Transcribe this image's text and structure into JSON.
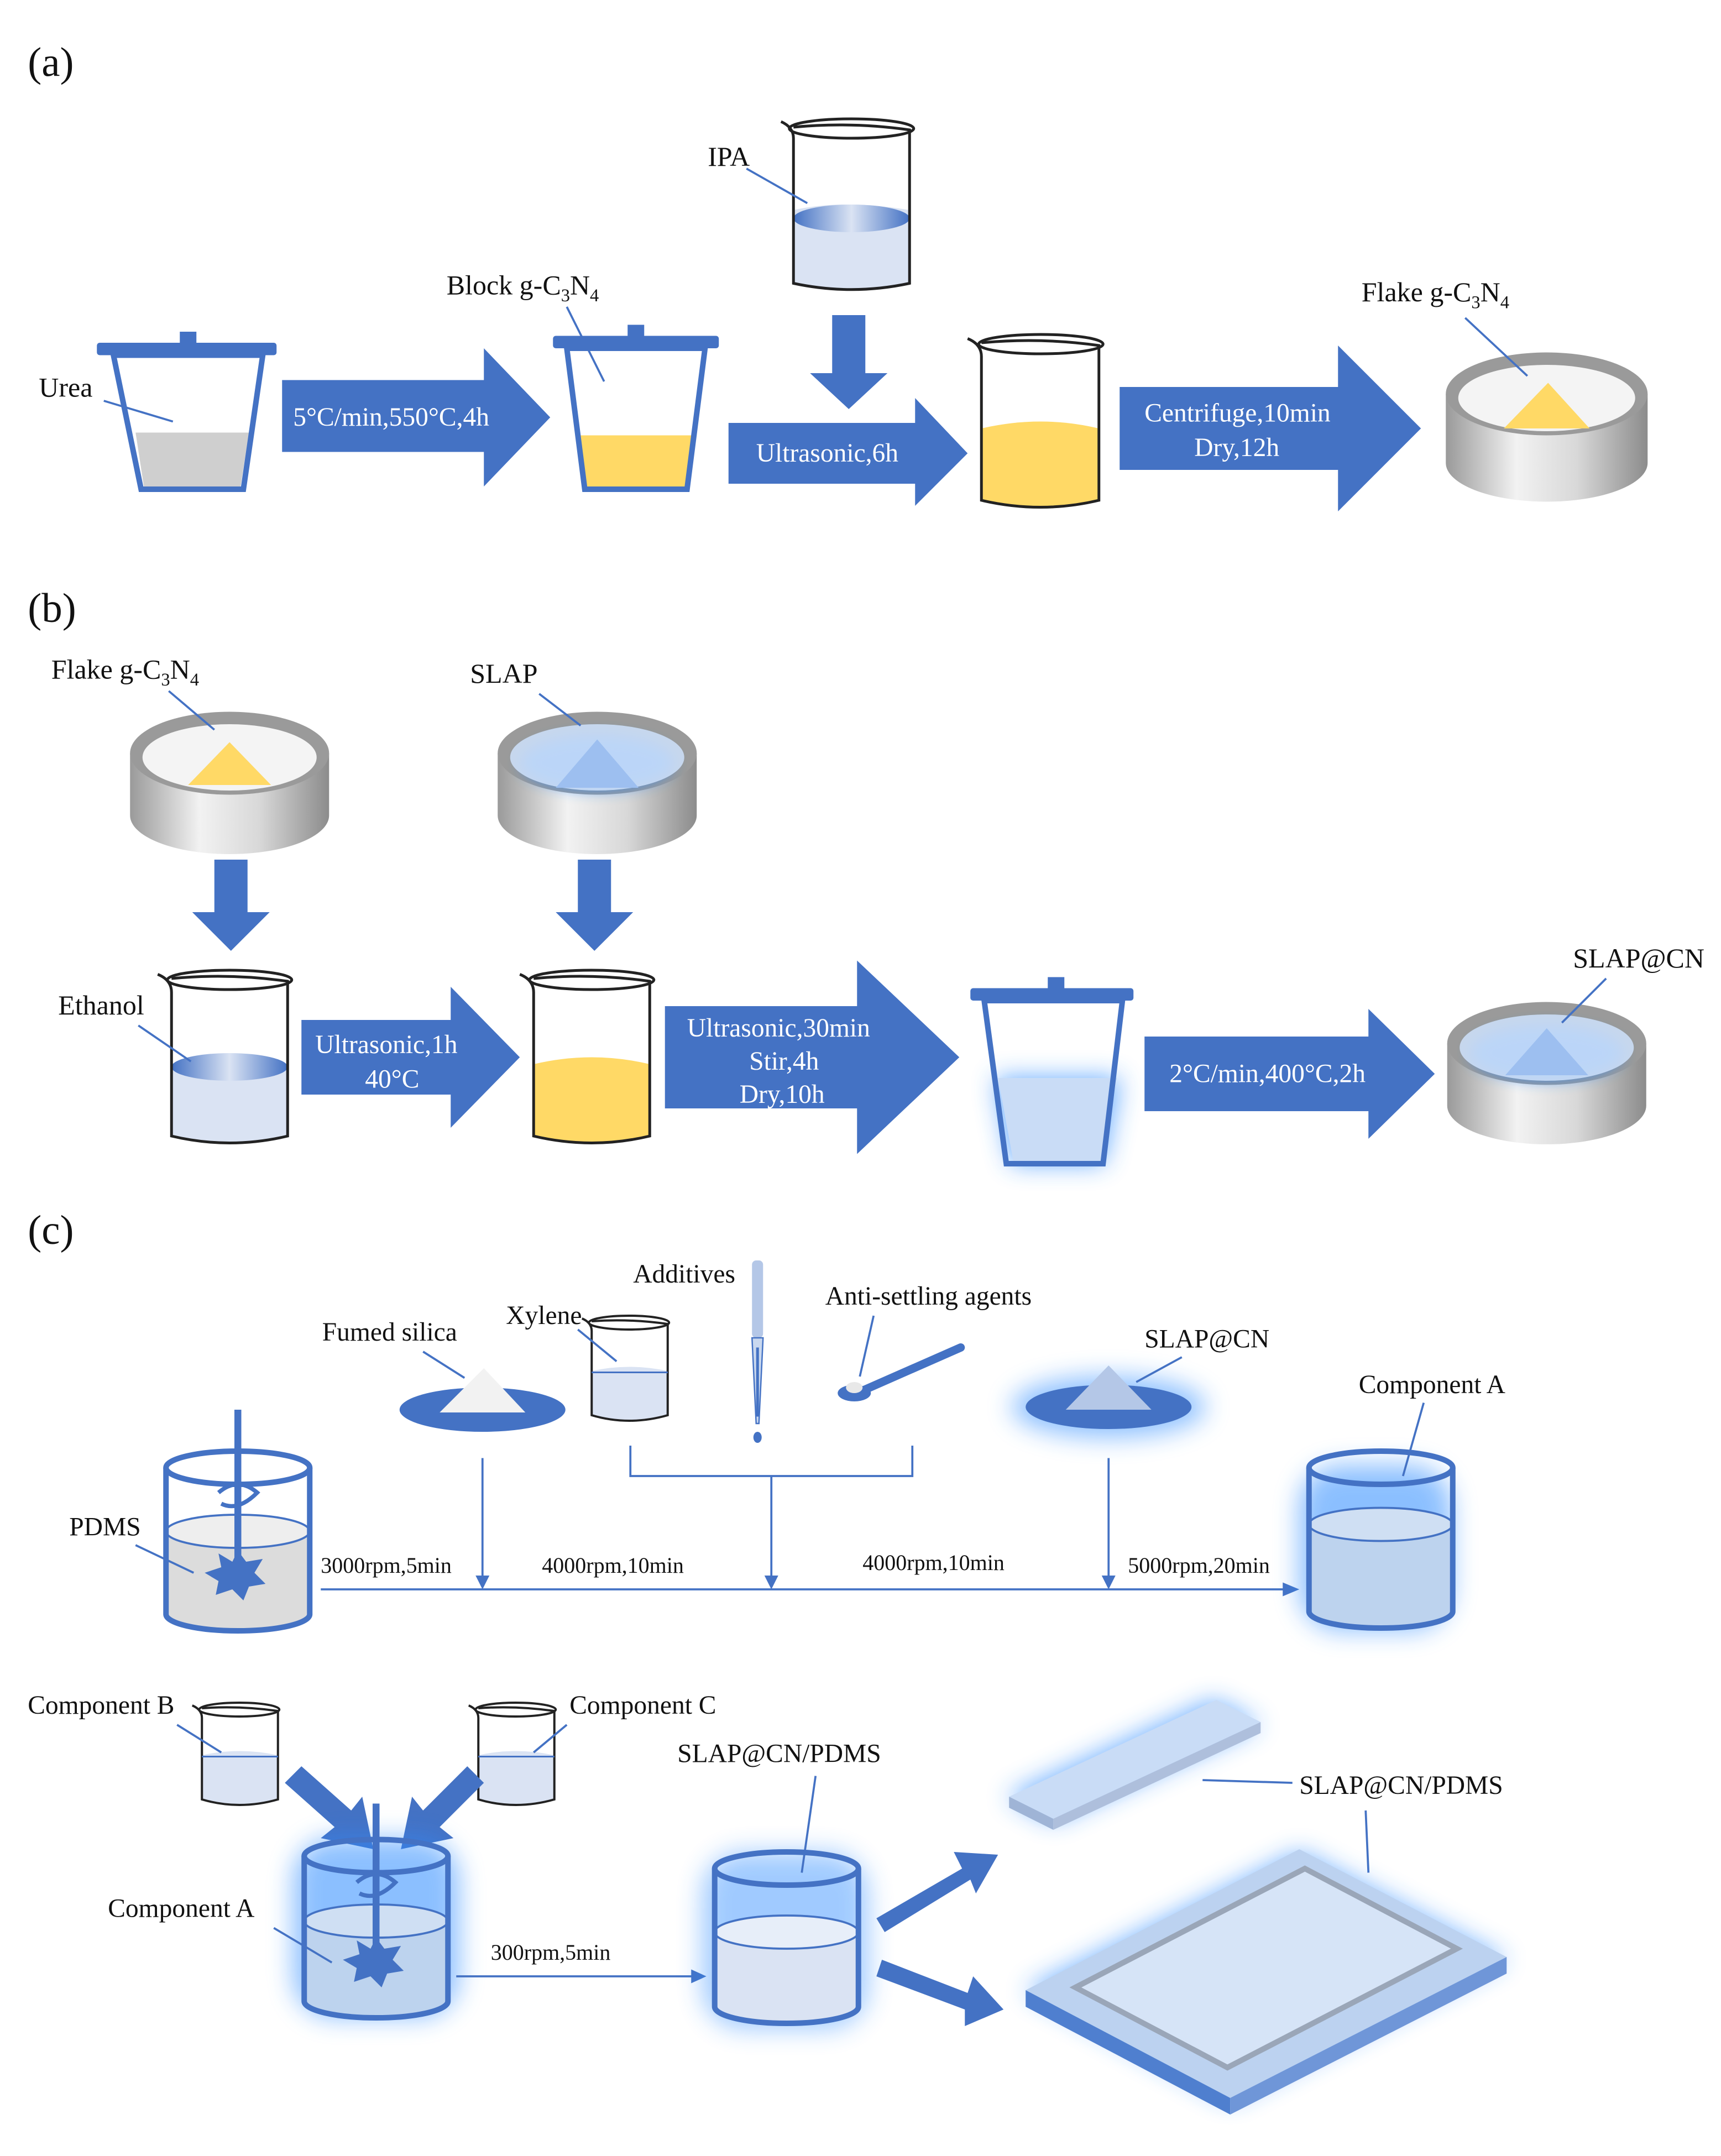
{
  "panels": {
    "a": "(a)",
    "b": "(b)",
    "c": "(c)"
  },
  "colors": {
    "arrow": "#4472c4",
    "yellow": "#ffd966",
    "light_blue": "#dae3f3",
    "glow": "#2f8cff",
    "gray": "#cccccc"
  },
  "a": {
    "urea": "Urea",
    "step1": "5°C/min,550°C,4h",
    "block_prefix": "Block g-C",
    "block_sub1": "3",
    "block_mid": "N",
    "block_sub2": "4",
    "ipa": "IPA",
    "step2": "Ultrasonic,6h",
    "step3_line1": "Centrifuge,10min",
    "step3_line2": "Dry,12h",
    "flake_prefix": "Flake g-C",
    "flake_sub1": "3",
    "flake_mid": "N",
    "flake_sub2": "4"
  },
  "b": {
    "flake_prefix": "Flake g-C",
    "flake_sub1": "3",
    "flake_mid": "N",
    "flake_sub2": "4",
    "slap": "SLAP",
    "ethanol": "Ethanol",
    "step1_line1": "Ultrasonic,1h",
    "step1_line2": "40°C",
    "step2_line1": "Ultrasonic,30min",
    "step2_line2": "Stir,4h",
    "step2_line3": "Dry,10h",
    "step3": "2°C/min,400°C,2h",
    "product": "SLAP@CN"
  },
  "c": {
    "additives": "Additives",
    "anti_settling": "Anti-settling agents",
    "fumed_silica": "Fumed silica",
    "xylene": "Xylene",
    "slap_cn": "SLAP@CN",
    "component_a_top": "Component A",
    "pdms": "PDMS",
    "speed1": "3000rpm,5min",
    "speed2": "4000rpm,10min",
    "speed3": "4000rpm,10min",
    "speed4": "5000rpm,20min",
    "component_b": "Component B",
    "component_c": "Component C",
    "component_a_bottom": "Component A",
    "slap_cn_pdms_1": "SLAP@CN/PDMS",
    "slap_cn_pdms_2": "SLAP@CN/PDMS",
    "speed5": "300rpm,5min"
  }
}
